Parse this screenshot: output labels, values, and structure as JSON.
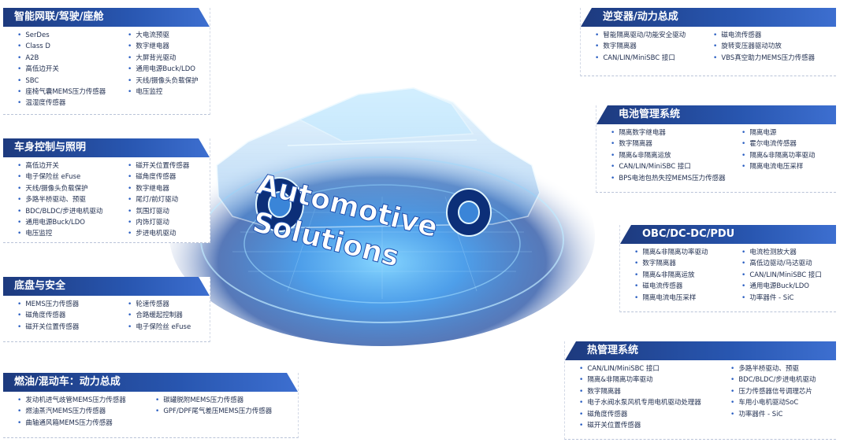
{
  "center": {
    "brand_line1": "Automotive",
    "brand_line2": "Solutions"
  },
  "panels": {
    "adas": {
      "title": "智能网联/驾驶/座舱",
      "col1": [
        "SerDes",
        "Class D",
        "A2B",
        "高低边开关",
        "SBC",
        "座椅气囊MEMS压力传感器",
        "温湿度传感器"
      ],
      "col2": [
        "大电流预驱",
        "数字继电器",
        "大屏背光驱动",
        "通用电源Buck/LDO",
        "天线/摄像头负载保护",
        "电压监控"
      ]
    },
    "body": {
      "title": "车身控制与照明",
      "col1": [
        "高低边开关",
        "电子保险丝 eFuse",
        "天线/摄像头负载保护",
        "多路半桥驱动、预驱",
        "BDC/BLDC/步进电机驱动",
        "通用电源Buck/LDO",
        "电压监控"
      ],
      "col2": [
        "磁开关位置传感器",
        "磁角度传感器",
        "数字继电器",
        "尾灯/前灯驱动",
        "氛围灯驱动",
        "内饰灯驱动",
        "步进电机驱动"
      ]
    },
    "chassis": {
      "title": "底盘与安全",
      "col1": [
        "MEMS压力传感器",
        "磁角度传感器",
        "磁开关位置传感器"
      ],
      "col2": [
        "轮速传感器",
        "合路缓起控制器",
        "电子保险丝 eFuse"
      ]
    },
    "fuel": {
      "title": "燃油/混动车：动力总成",
      "col1": [
        "发动机进气歧管MEMS压力传感器",
        "燃油蒸汽MEMS压力传感器",
        "曲轴通风箱MEMS压力传感器"
      ],
      "col2": [
        "碳罐脱附MEMS压力传感器",
        "GPF/DPF尾气差压MEMS压力传感器"
      ]
    },
    "inverter": {
      "title": "逆变器/动力总成",
      "col1": [
        "智能隔离驱动/功能安全驱动",
        "数字隔离器",
        "CAN/LIN/MiniSBC 接口"
      ],
      "col2": [
        "磁电流传感器",
        "旋转变压器驱动功放",
        "VBS真空助力MEMS压力传感器"
      ]
    },
    "bms": {
      "title": "电池管理系统",
      "col1": [
        "隔离数字继电器",
        "数字隔离器",
        "隔离&非隔离运放",
        "CAN/LIN/MiniSBC 接口",
        "BPS电池包热失控MEMS压力传感器"
      ],
      "col2": [
        "隔离电源",
        "霍尔电流传感器",
        "隔离&非隔离功率驱动",
        "隔离电流电压采样"
      ]
    },
    "obc": {
      "title": "OBC/DC-DC/PDU",
      "col1": [
        "隔离&非隔离功率驱动",
        "数字隔离器",
        "隔离&非隔离运放",
        "磁电流传感器",
        "隔离电流电压采样"
      ],
      "col2": [
        "电流检测放大器",
        "高低边驱动/马达驱动",
        "CAN/LIN/MiniSBC 接口",
        "通用电源Buck/LDO",
        "功率器件 - SiC"
      ]
    },
    "thermal": {
      "title": "热管理系统",
      "col1": [
        "CAN/LIN/MiniSBC 接口",
        "隔离&非隔离功率驱动",
        "数字隔离器",
        "电子水阀水泵风机专用电机驱动处理器",
        "磁角度传感器",
        "磁开关位置传感器"
      ],
      "col2": [
        "多路半桥驱动、预驱",
        "BDC/BLDC/步进电机驱动",
        "压力传感器信号调理芯片",
        "车用小电机驱动SoC",
        "功率器件 - SiC"
      ]
    }
  }
}
